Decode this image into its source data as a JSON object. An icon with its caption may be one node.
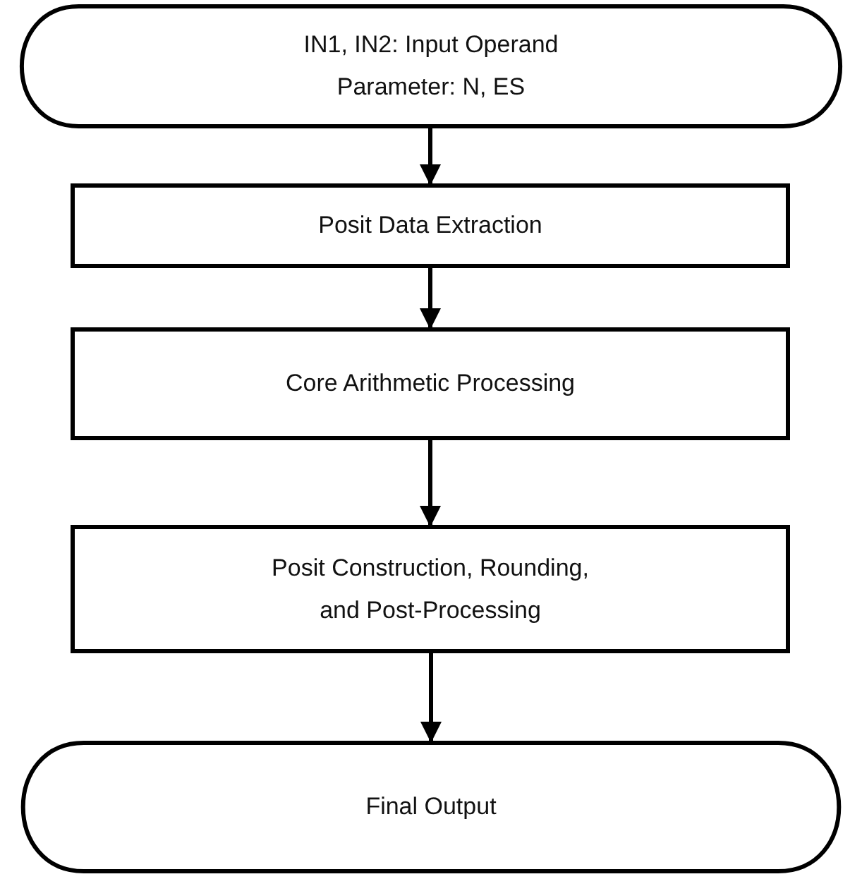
{
  "diagram": {
    "nodes": [
      {
        "text": [
          "IN1, IN2: Input Operand Parameter: N, ES"
        ]
      },
      {
        "text": [
          "Posit Data Extraction"
        ]
      },
      {
        "text": [
          "Core Arithmetic Processing"
        ]
      },
      {
        "text": [
          "Posit Construction, Rounding, and Post-Processing"
        ]
      },
      {
        "text": [
          "Final Output"
        ]
      }
    ],
    "edges": [
      {
        "from": 0,
        "to": 1,
        "arrow": "to"
      },
      {
        "from": 1,
        "to": 2,
        "arrow": "to"
      },
      {
        "from": 2,
        "to": 3,
        "arrow": "to"
      },
      {
        "from": 3,
        "to": 4,
        "arrow": "to"
      }
    ]
  }
}
